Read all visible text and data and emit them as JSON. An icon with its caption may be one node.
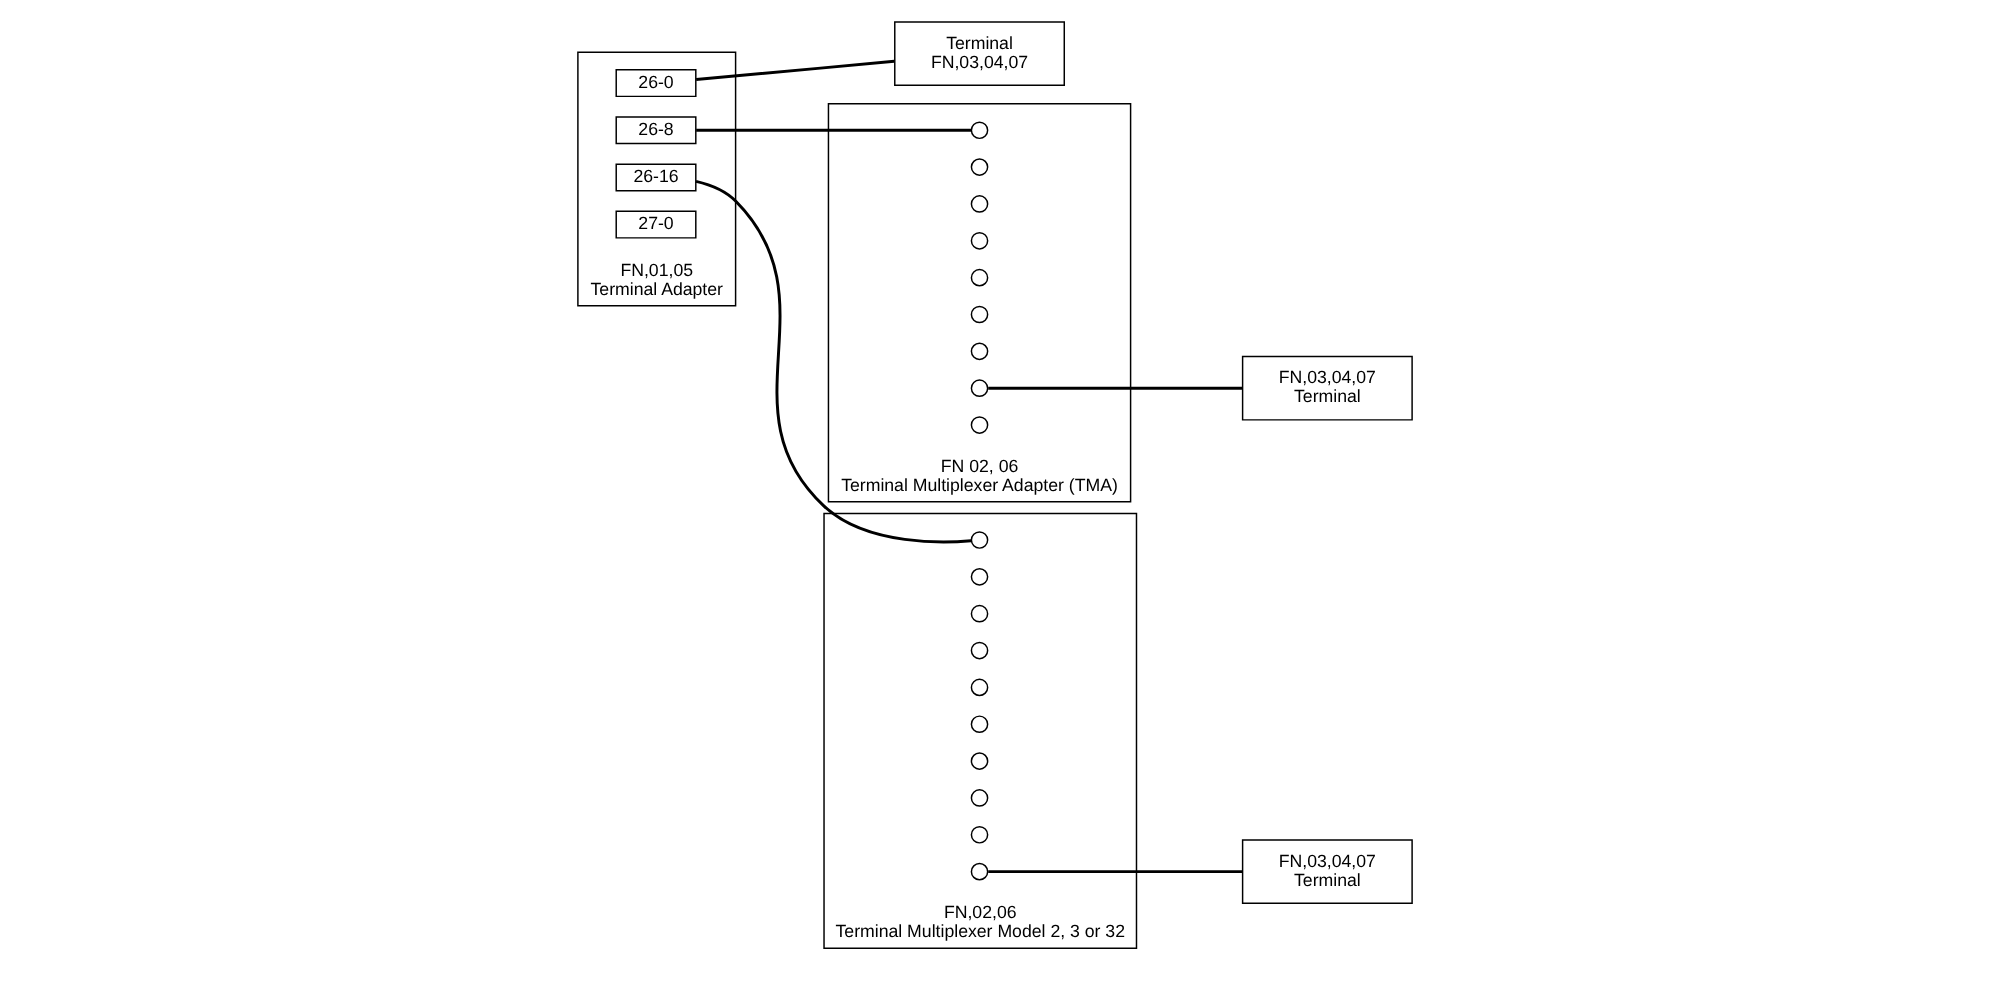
{
  "diagram": {
    "nodes": [
      {
        "text": [
          "FN,01,05",
          "Terminal Adapter"
        ]
      },
      {
        "text": [
          "26-0"
        ],
        "in": 0
      },
      {
        "text": [
          "26-8"
        ],
        "in": 0
      },
      {
        "text": [
          "26-16"
        ],
        "in": 0
      },
      {
        "text": [
          "27-0"
        ],
        "in": 0
      },
      {
        "text": [
          "Terminal",
          "FN,03,04,07"
        ]
      },
      {
        "text": [
          "FN 02, 06",
          "Terminal Multiplexer Adapter (TMA)"
        ]
      },
      {
        "text": [],
        "shape": "circle",
        "in": 6
      },
      {
        "text": [],
        "shape": "circle",
        "in": 6
      },
      {
        "text": [],
        "shape": "circle",
        "in": 6
      },
      {
        "text": [],
        "shape": "circle",
        "in": 6
      },
      {
        "text": [],
        "shape": "circle",
        "in": 6
      },
      {
        "text": [],
        "shape": "circle",
        "in": 6
      },
      {
        "text": [],
        "shape": "circle",
        "in": 6
      },
      {
        "text": [],
        "shape": "circle",
        "in": 6
      },
      {
        "text": [],
        "shape": "circle",
        "in": 6
      },
      {
        "text": [
          "FN,03,04,07",
          "Terminal"
        ]
      },
      {
        "text": [
          "FN,02,06",
          "Terminal Multiplexer Model 2, 3 or 32"
        ]
      },
      {
        "text": [],
        "shape": "circle",
        "in": 17
      },
      {
        "text": [],
        "shape": "circle",
        "in": 17
      },
      {
        "text": [],
        "shape": "circle",
        "in": 17
      },
      {
        "text": [],
        "shape": "circle",
        "in": 17
      },
      {
        "text": [],
        "shape": "circle",
        "in": 17
      },
      {
        "text": [],
        "shape": "circle",
        "in": 17
      },
      {
        "text": [],
        "shape": "circle",
        "in": 17
      },
      {
        "text": [],
        "shape": "circle",
        "in": 17
      },
      {
        "text": [],
        "shape": "circle",
        "in": 17
      },
      {
        "text": [],
        "shape": "circle",
        "in": 17
      },
      {
        "text": [
          "FN,03,04,07",
          "Terminal"
        ]
      }
    ],
    "edges": [
      {
        "from": 1,
        "to": 5,
        "arrow": "none"
      },
      {
        "from": 2,
        "to": 7,
        "arrow": "none"
      },
      {
        "from": 3,
        "to": 18,
        "arrow": "none"
      },
      {
        "from": 14,
        "to": 16,
        "arrow": "none"
      },
      {
        "from": 27,
        "to": 28,
        "arrow": "none"
      }
    ]
  }
}
